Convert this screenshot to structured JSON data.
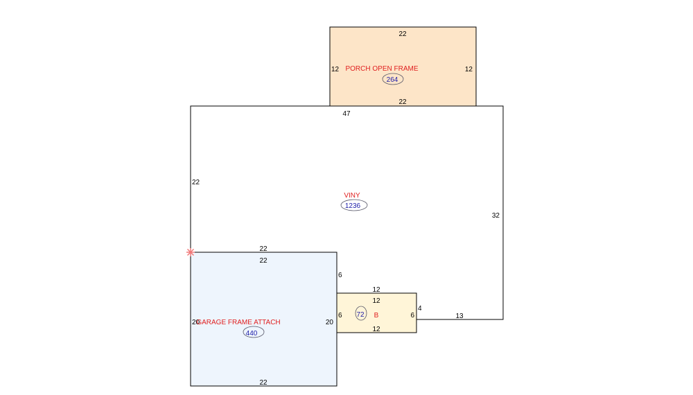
{
  "colors": {
    "outline": "#000000",
    "label": "#e02020",
    "area_value": "#1c1ca8",
    "area_ellipse": "#555566",
    "porch_fill": "#fde5c8",
    "main_fill": "#ffffff",
    "garage_fill": "#eef5fd",
    "b_fill": "#fff5d8",
    "origin_marker": "#f07878"
  },
  "porch": {
    "label": "PORCH OPEN FRAME",
    "area": "264",
    "dim_top": "22",
    "dim_bottom": "22",
    "dim_left": "12",
    "dim_right": "12"
  },
  "main": {
    "label": "VINY",
    "area": "1236",
    "dim_top": "47",
    "dim_left": "22",
    "dim_right": "32",
    "dim_bottom_right": "13",
    "dim_above_garage": "22",
    "dim_step_vertical": "4",
    "dim_garage_right_upper": "6"
  },
  "garage": {
    "label": "GARAGE FRAME ATTACH",
    "area": "440",
    "dim_top": "22",
    "dim_bottom": "22",
    "dim_left": "20",
    "dim_right": "20"
  },
  "b": {
    "label": "B",
    "area": "72",
    "dim_top_outer": "12",
    "dim_top_inner": "12",
    "dim_bottom": "12",
    "dim_left": "6",
    "dim_right": "6"
  }
}
